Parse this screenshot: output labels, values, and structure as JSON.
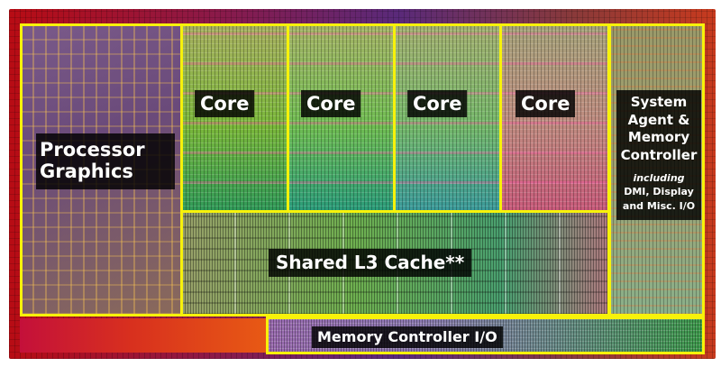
{
  "diagram": {
    "labels": {
      "processor_graphics": "Processor Graphics",
      "cores": [
        "Core",
        "Core",
        "Core",
        "Core"
      ],
      "shared_cache": "Shared L3 Cache**",
      "system_agent": "System Agent & Memory Controller",
      "system_agent_note_prefix": "including",
      "system_agent_note": "DMI, Display and Misc. I/O",
      "memory_io": "Memory Controller I/O"
    },
    "colors": {
      "frame": "#f7f20a",
      "label_bg": "#000000",
      "label_text": "#ffffff"
    }
  }
}
